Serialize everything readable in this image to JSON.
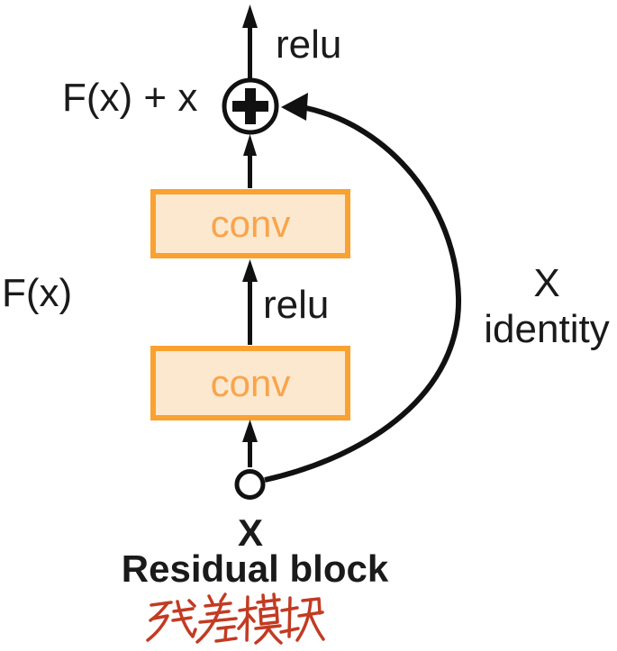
{
  "diagram": {
    "relu_top_label": "relu",
    "sum_output_label": "F(x) + x",
    "conv_top_label": "conv",
    "branch_label": "F(x)",
    "relu_mid_label": "relu",
    "conv_bottom_label": "conv",
    "identity_label_line1": "X",
    "identity_label_line2": "identity",
    "input_label": "X",
    "caption": "Residual block",
    "caption_zh": "残差模块",
    "icons": {
      "sum_node": "plus-in-circle-icon",
      "input_node": "open-circle-icon",
      "flow_arrows": "arrow-up-icon",
      "skip_connection": "curved-arrow-icon"
    },
    "colors": {
      "box_border": "#F9A232",
      "box_fill": "#FCE8CF",
      "conv_text": "#F9A44B",
      "line_black": "#111111",
      "annotation_red": "#C23B22"
    }
  }
}
